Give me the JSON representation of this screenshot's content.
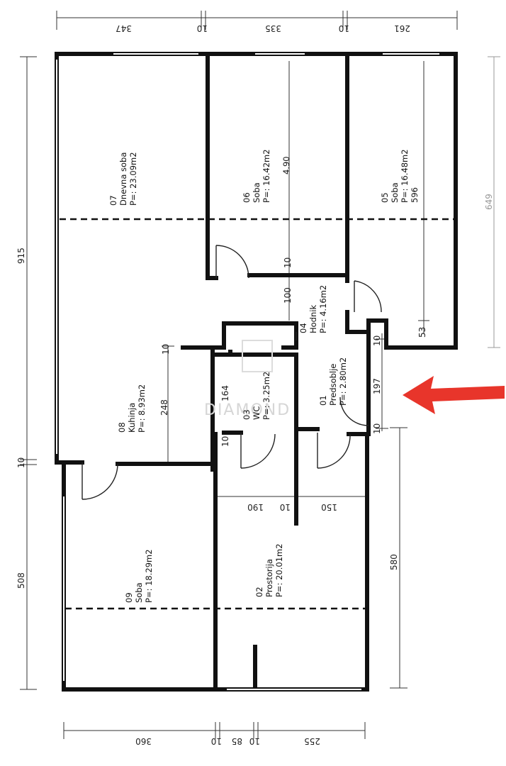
{
  "rooms": {
    "r07": {
      "num": "07",
      "name": "Dnevna soba",
      "area": "P=: 23.09m2"
    },
    "r06": {
      "num": "06",
      "name": "Soba",
      "area": "P=: 16.42m2",
      "extra": "4.90"
    },
    "r05": {
      "num": "05",
      "name": "Soba",
      "area": "P=: 16.48m2",
      "extra": "596"
    },
    "r04": {
      "num": "04",
      "name": "Hodnik",
      "area": "P=: 4.16m2"
    },
    "r08": {
      "num": "08",
      "name": "Kuhinja",
      "area": "P=: 8.93m2"
    },
    "r03": {
      "num": "03",
      "name": "WC",
      "area": "P=: 3.25m2"
    },
    "r01": {
      "num": "01",
      "name": "Predsoblje",
      "area": "P=: 2.80m2"
    },
    "r09": {
      "num": "09",
      "name": "Soba",
      "area": "P=: 18.29m2"
    },
    "r02": {
      "num": "02",
      "name": "Prostorija",
      "area": "P=: 20.01m2"
    }
  },
  "dims": {
    "top_347": "347",
    "top_10a": "10",
    "top_335": "335",
    "top_10b": "10",
    "top_261": "261",
    "left_915": "915",
    "left_10": "10",
    "left_508": "508",
    "right_649": "649",
    "right_580": "580",
    "bottom_360": "360",
    "bottom_10a": "10",
    "bottom_85": "85",
    "bottom_10b": "10",
    "bottom_255": "255",
    "int_10_soba06": "10",
    "int_100": "100",
    "int_10_kuh": "10",
    "int_248": "248",
    "int_164": "164",
    "int_10_wc": "10",
    "int_197": "197",
    "int_10_pred_top": "10",
    "int_10_pred_bot": "10",
    "int_53": "53",
    "int_190": "190",
    "int_10_mid": "10",
    "int_150": "150"
  },
  "watermark": "DIAMOND",
  "arrow_color": "#e8352b"
}
